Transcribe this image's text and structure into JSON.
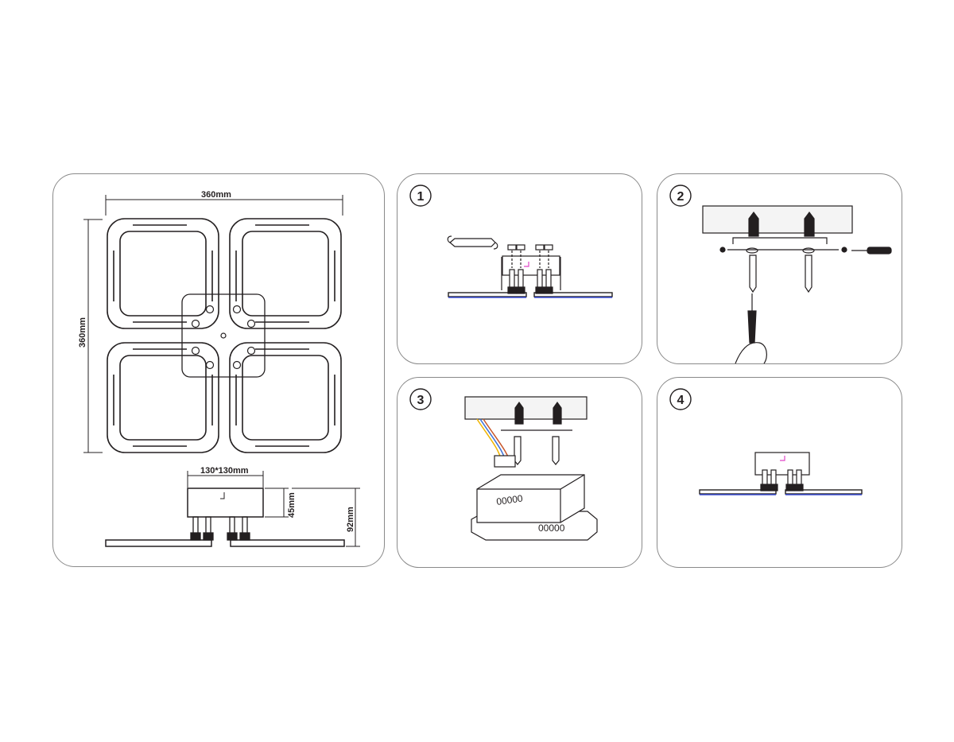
{
  "overview": {
    "width_label": "360mm",
    "height_label": "360mm",
    "box_label": "130*130mm",
    "box_height_label": "45mm",
    "total_height_label": "92mm"
  },
  "steps": [
    {
      "number": "1"
    },
    {
      "number": "2"
    },
    {
      "number": "3",
      "vent_marks": "00000"
    },
    {
      "number": "4"
    }
  ],
  "colors": {
    "line": "#231f20",
    "panel_border": "#8a8a8a",
    "diffuser_edge": "#3b4fd6",
    "accent_magenta": "#e046c8",
    "wire_colors": [
      "#f0b400",
      "#3b6fd6",
      "#c8562a",
      "#7a7a7a"
    ]
  },
  "icons": [
    "wrench-icon",
    "screwdriver-icon",
    "hand-icon",
    "wall-anchor-icon",
    "screw-icon",
    "terminal-block-icon"
  ]
}
